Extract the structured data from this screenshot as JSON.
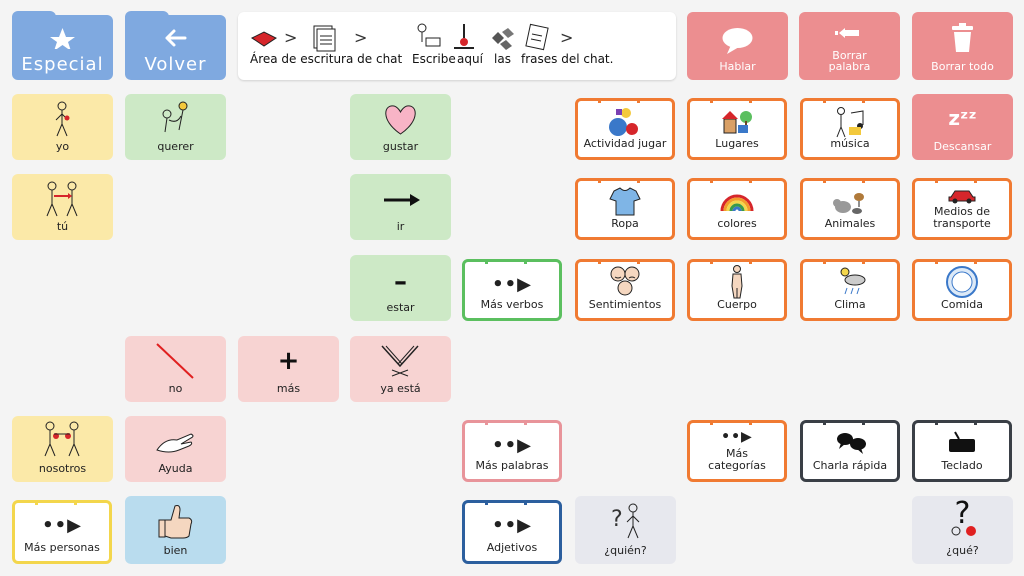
{
  "top": {
    "especial": "Especial",
    "volver": "Volver",
    "hablar": "Hablar",
    "borrar_palabra": "Borrar\npalabra",
    "borrar_todo": "Borrar todo"
  },
  "chat": {
    "words": [
      "Área de escritura de chat",
      "Escribe",
      "aquí",
      "las",
      "frases del chat."
    ],
    "sep": ">"
  },
  "cells": {
    "yo": "yo",
    "querer": "querer",
    "gustar": "gustar",
    "actividad_jugar": "Actividad jugar",
    "lugares": "Lugares",
    "musica": "música",
    "descansar": "Descansar",
    "tu": "tú",
    "ir": "ir",
    "ropa": "Ropa",
    "colores": "colores",
    "animales": "Animales",
    "medios_transporte": "Medios de\ntransporte",
    "estar": "estar",
    "mas_verbos": "Más verbos",
    "sentimientos": "Sentimientos",
    "cuerpo": "Cuerpo",
    "clima": "Clima",
    "comida": "Comida",
    "no": "no",
    "mas": "más",
    "ya_esta": "ya está",
    "nosotros": "nosotros",
    "ayuda": "Ayuda",
    "mas_palabras": "Más palabras",
    "mas_categorias": "Más\ncategorías",
    "charla_rapida": "Charla rápida",
    "teclado": "Teclado",
    "mas_personas": "Más personas",
    "bien": "bien",
    "adjetivos": "Adjetivos",
    "quien": "¿quién?",
    "que": "¿qué?"
  },
  "glyphs": {
    "plus": "+",
    "minus": "–",
    "zzz": "zᶻᶻ",
    "question": "?",
    "more": "••▶"
  },
  "colors": {
    "blue_button": "#7fa9e0",
    "red_button": "#ec8e90",
    "orange_folder": "#f07a32"
  }
}
